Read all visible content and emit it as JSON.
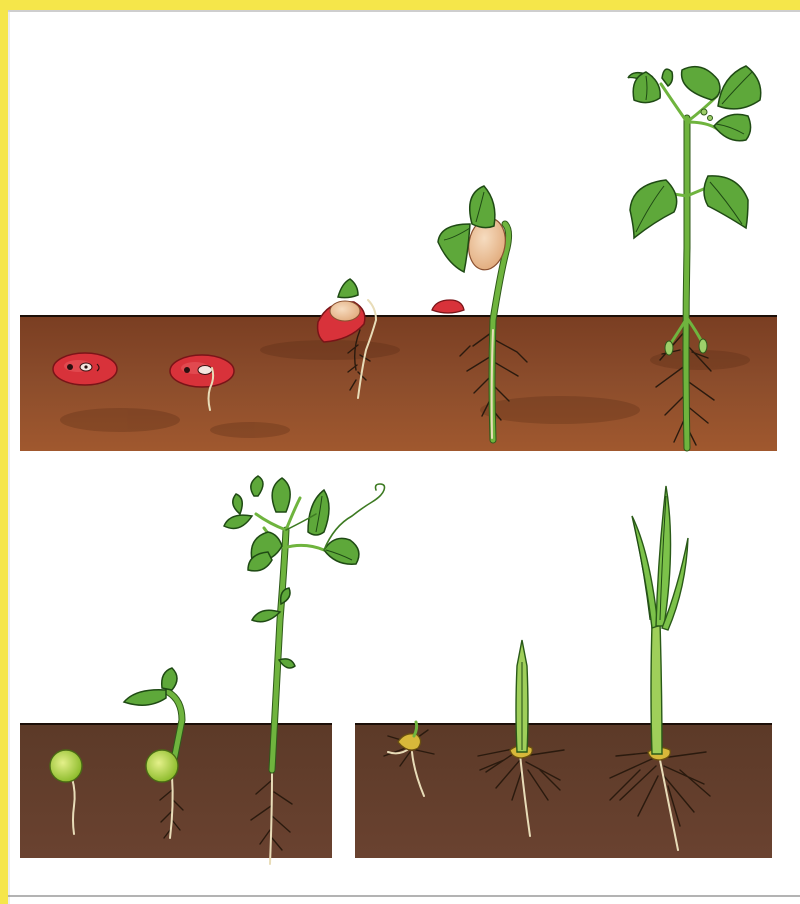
{
  "figure": {
    "colors": {
      "soil_main": "#8a4a2a",
      "soil_dark": "#5e3a2a",
      "border_top": "#f5e64a",
      "border_left": "#f5e64a",
      "bean_red": "#d8323a",
      "pea_yellow_green": "#b7d84a",
      "leaf_green": "#5ea83a",
      "stem_green": "#6fb43e"
    },
    "panels": [
      {
        "id": "bean",
        "stages": 5
      },
      {
        "id": "pea",
        "stages": 3
      },
      {
        "id": "grain",
        "stages": 3
      }
    ]
  }
}
